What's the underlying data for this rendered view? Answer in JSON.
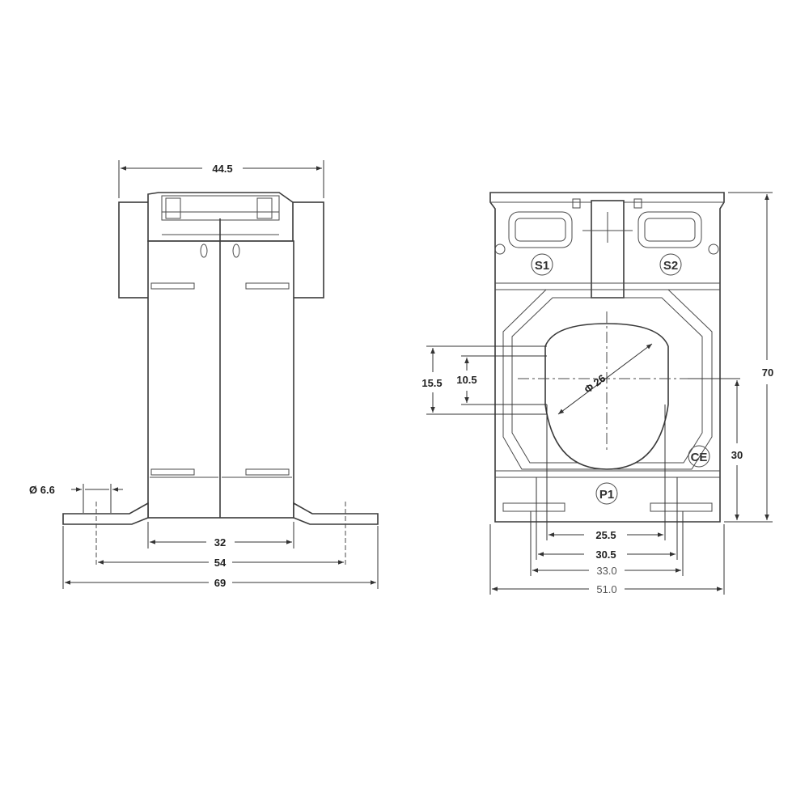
{
  "side_view": {
    "dim_width_top": "44.5",
    "dim_hole_dia": "Ø 6.6",
    "dim_inner": "32",
    "dim_hole_spacing": "54",
    "dim_overall": "69"
  },
  "front_view": {
    "terminal_s1": "S1",
    "terminal_s2": "S2",
    "terminal_p1": "P1",
    "ce_mark": "CE",
    "dim_height": "70",
    "dim_slot_height": "15.5",
    "dim_slot_inner": "10.5",
    "dim_bore": "Φ 26",
    "dim_bottom_offset": "30",
    "dim_bar_width": "25.5",
    "dim_frame_inner": "30.5",
    "dim_frame_outer": "33.0",
    "dim_total_width": "51.0"
  }
}
